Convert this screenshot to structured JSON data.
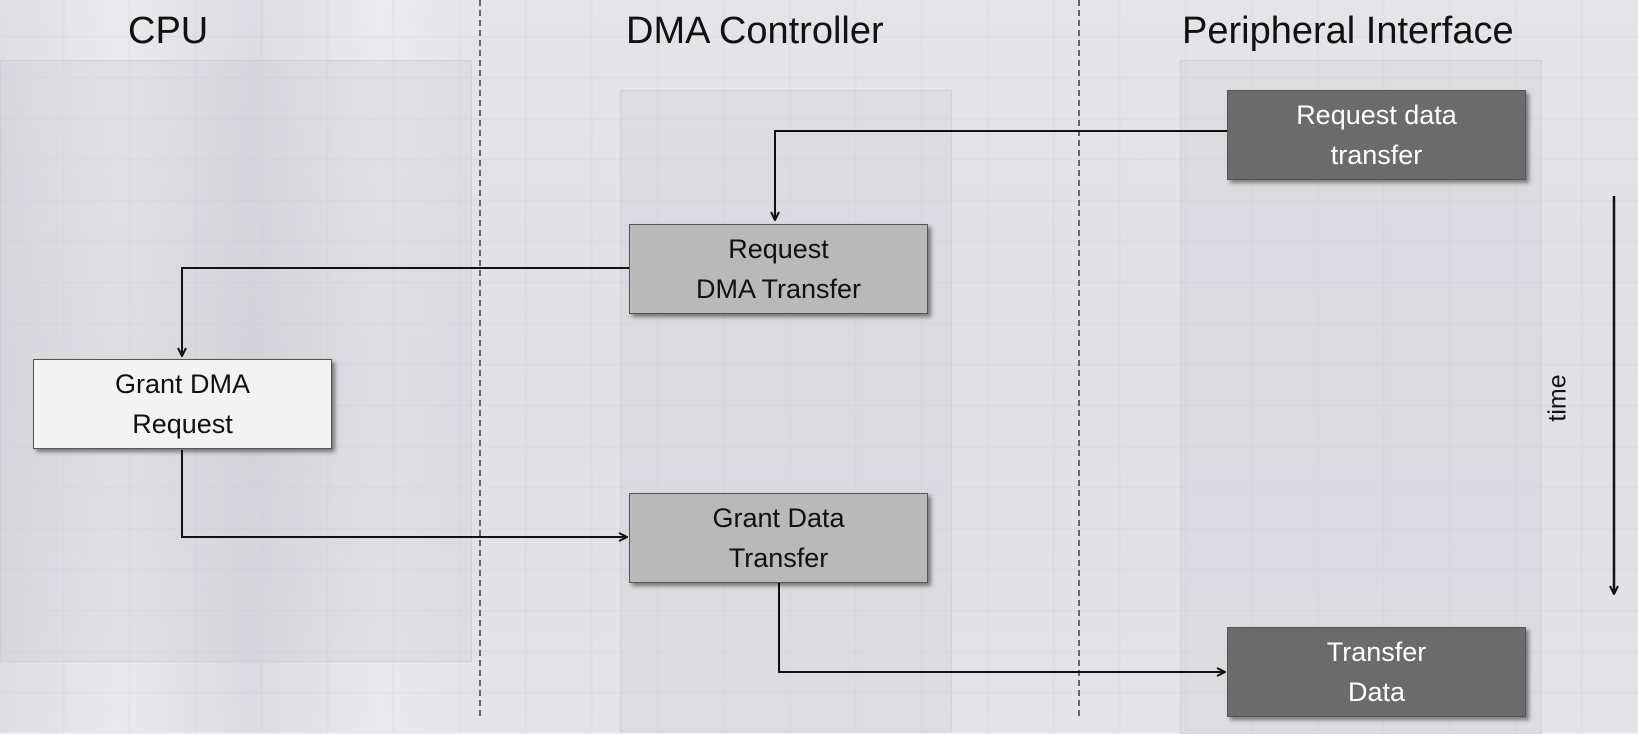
{
  "lanes": {
    "cpu": "CPU",
    "dma": "DMA Controller",
    "peripheral": "Peripheral Interface"
  },
  "steps": {
    "request_data_transfer": "Request data\ntransfer",
    "request_dma_transfer": "Request\nDMA Transfer",
    "grant_dma_request": "Grant DMA\nRequest",
    "grant_data_transfer": "Grant Data\nTransfer",
    "transfer_data": "Transfer\nData"
  },
  "time_axis_label": "time",
  "colors": {
    "dark_box": "#6b6b6b",
    "mid_box": "#b9b9b9",
    "light_box": "#f3f3f3",
    "arrow": "#111111"
  }
}
